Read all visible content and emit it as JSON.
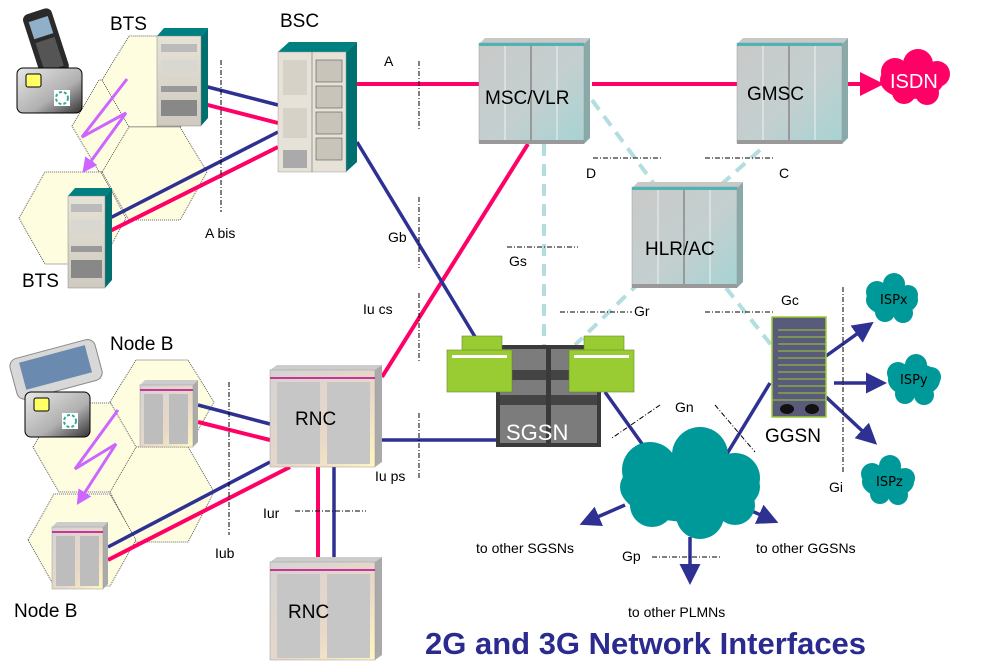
{
  "title": "2G and 3G Network Interfaces",
  "colors": {
    "circuit_link": "#ff0066",
    "packet_link": "#2e3192",
    "signaling_link": "#b4dde0",
    "cell_fill": "#fffde0",
    "cloud_teal": "#009999",
    "cloud_isdn": "#ff0066",
    "radio_arrow": "#cc66ff",
    "title": "#2b2a8f"
  },
  "nodes": {
    "bts_top": "BTS",
    "bts_bottom": "BTS",
    "bsc": "BSC",
    "msc_vlr": "MSC/VLR",
    "gmsc": "GMSC",
    "hlr_ac": "HLR/AC",
    "node_b_top": "Node B",
    "node_b_bottom": "Node B",
    "rnc_top": "RNC",
    "rnc_bottom": "RNC",
    "sgsn": "SGSN",
    "ggsn": "GGSN"
  },
  "clouds": {
    "isdn": "ISDN",
    "ispx": "ISPx",
    "ispy": "ISPy",
    "ispz": "ISPz"
  },
  "interfaces": {
    "a": "A",
    "abis": "A bis",
    "gb": "Gb",
    "iu_cs": "Iu cs",
    "iu_ps": "Iu ps",
    "iub": "Iub",
    "iur": "Iur",
    "d": "D",
    "c": "C",
    "gs": "Gs",
    "gr": "Gr",
    "gc": "Gc",
    "gn": "Gn",
    "gi": "Gi",
    "gp": "Gp"
  },
  "destinations": {
    "other_sgsns": "to other SGSNs",
    "other_ggsns": "to other GGSNs",
    "other_plmns": "to other PLMNs"
  }
}
